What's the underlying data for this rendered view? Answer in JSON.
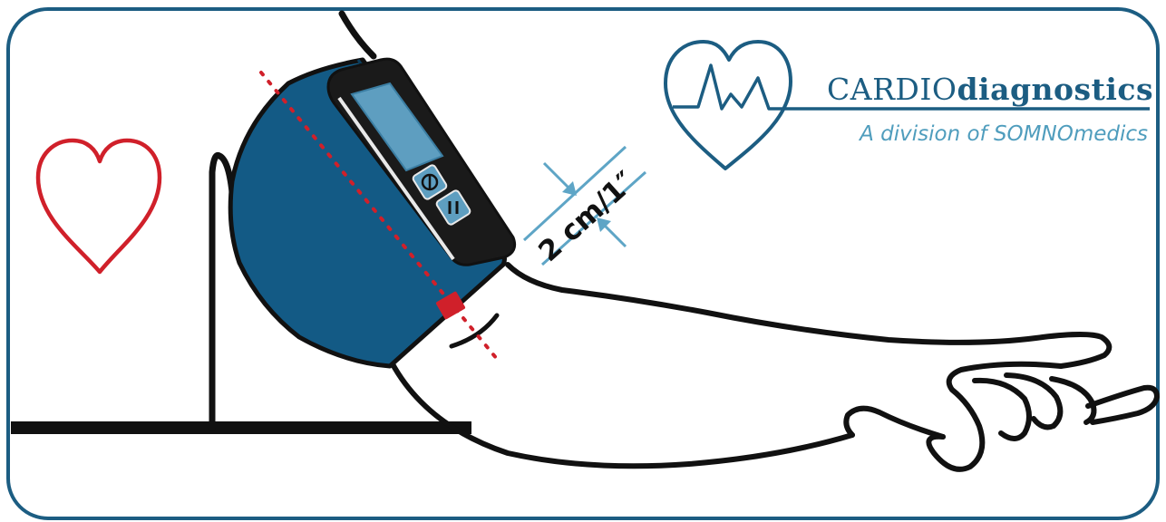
{
  "brand": {
    "name_part1": "CARDIO",
    "name_part2": "diagnostics",
    "tagline": "A division of SOMNOmedics"
  },
  "measurement": {
    "label": "2 cm/1″"
  },
  "cuff_buttons": {
    "button1_icon": "power-icon",
    "button2_icon": "pause-icon"
  },
  "colors": {
    "frame": "#1c5d82",
    "cuff": "#135a85",
    "heart_red": "#d0202a",
    "heart_blue": "#1c5d82",
    "accent_light_blue": "#5ea5c6",
    "marker_red": "#d0202a"
  }
}
